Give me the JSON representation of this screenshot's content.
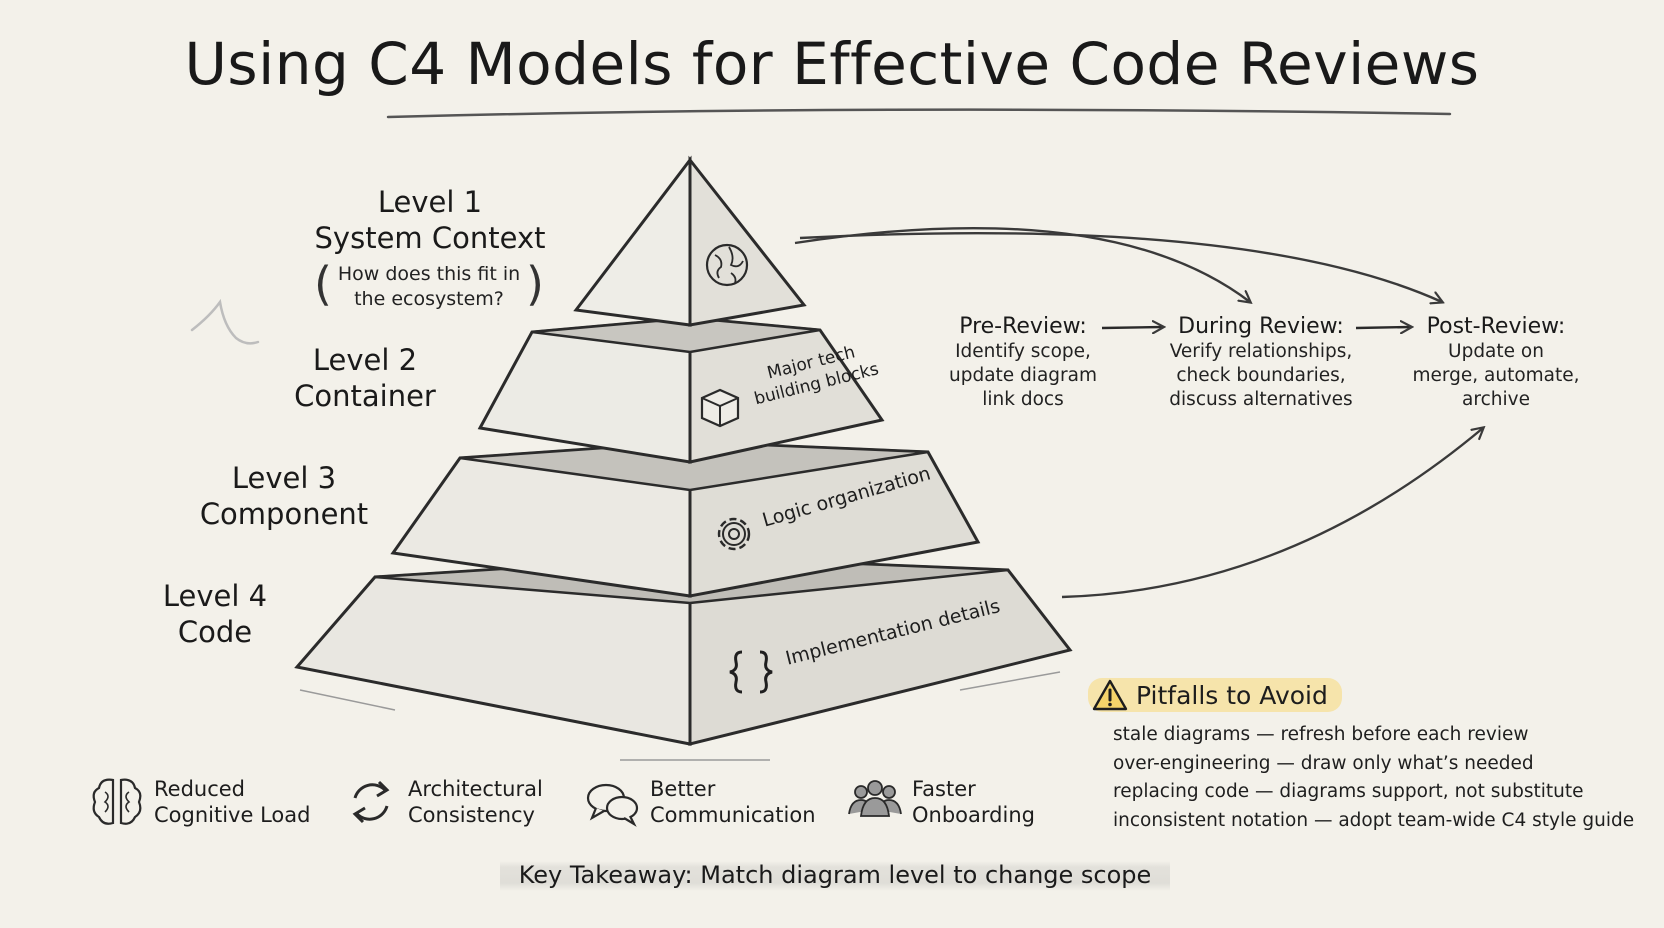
{
  "title": "Using C4 Models for Effective Code Reviews",
  "levels": [
    {
      "level": "Level 1",
      "name": "System Context",
      "question": [
        "How does this fit in",
        "the ecosystem?"
      ],
      "icon": "globe-icon"
    },
    {
      "level": "Level 2",
      "name": "Container",
      "face_label": [
        "Major tech",
        "building blocks"
      ],
      "icon": "cube-icon"
    },
    {
      "level": "Level 3",
      "name": "Component",
      "face_label": "Logic organization",
      "icon": "gear-icon"
    },
    {
      "level": "Level 4",
      "name": "Code",
      "face_label": "Implementation details",
      "icon": "braces-icon"
    }
  ],
  "review_flow": [
    {
      "title": "Pre-Review:",
      "lines": [
        "Identify scope,",
        "update diagram",
        "link docs"
      ]
    },
    {
      "title": "During Review:",
      "lines": [
        "Verify relationships,",
        "check boundaries,",
        "discuss alternatives"
      ]
    },
    {
      "title": "Post-Review:",
      "lines": [
        "Update on",
        "merge, automate,",
        "archive"
      ]
    }
  ],
  "benefits": [
    {
      "icon": "brain-icon",
      "lines": [
        "Reduced",
        "Cognitive Load"
      ]
    },
    {
      "icon": "refresh-icon",
      "lines": [
        "Architectural",
        "Consistency"
      ]
    },
    {
      "icon": "chat-bubbles-icon",
      "lines": [
        "Better",
        "Communication"
      ]
    },
    {
      "icon": "people-icon",
      "lines": [
        "Faster",
        "Onboarding"
      ]
    }
  ],
  "pitfalls": {
    "title": "Pitfalls to Avoid",
    "icon": "warning-icon",
    "items": [
      "stale diagrams — refresh before each review",
      "over-engineering — draw only what’s needed",
      "replacing code — diagrams support, not substitute",
      "inconsistent notation — adopt team-wide C4 style guide"
    ]
  },
  "takeaway": "Key Takeaway: Match diagram level to change scope",
  "colors": {
    "background": "#f3f1ea",
    "ink": "#1d1d1d",
    "highlight": "#f6e2a0",
    "shade": "#d6d4ce"
  }
}
